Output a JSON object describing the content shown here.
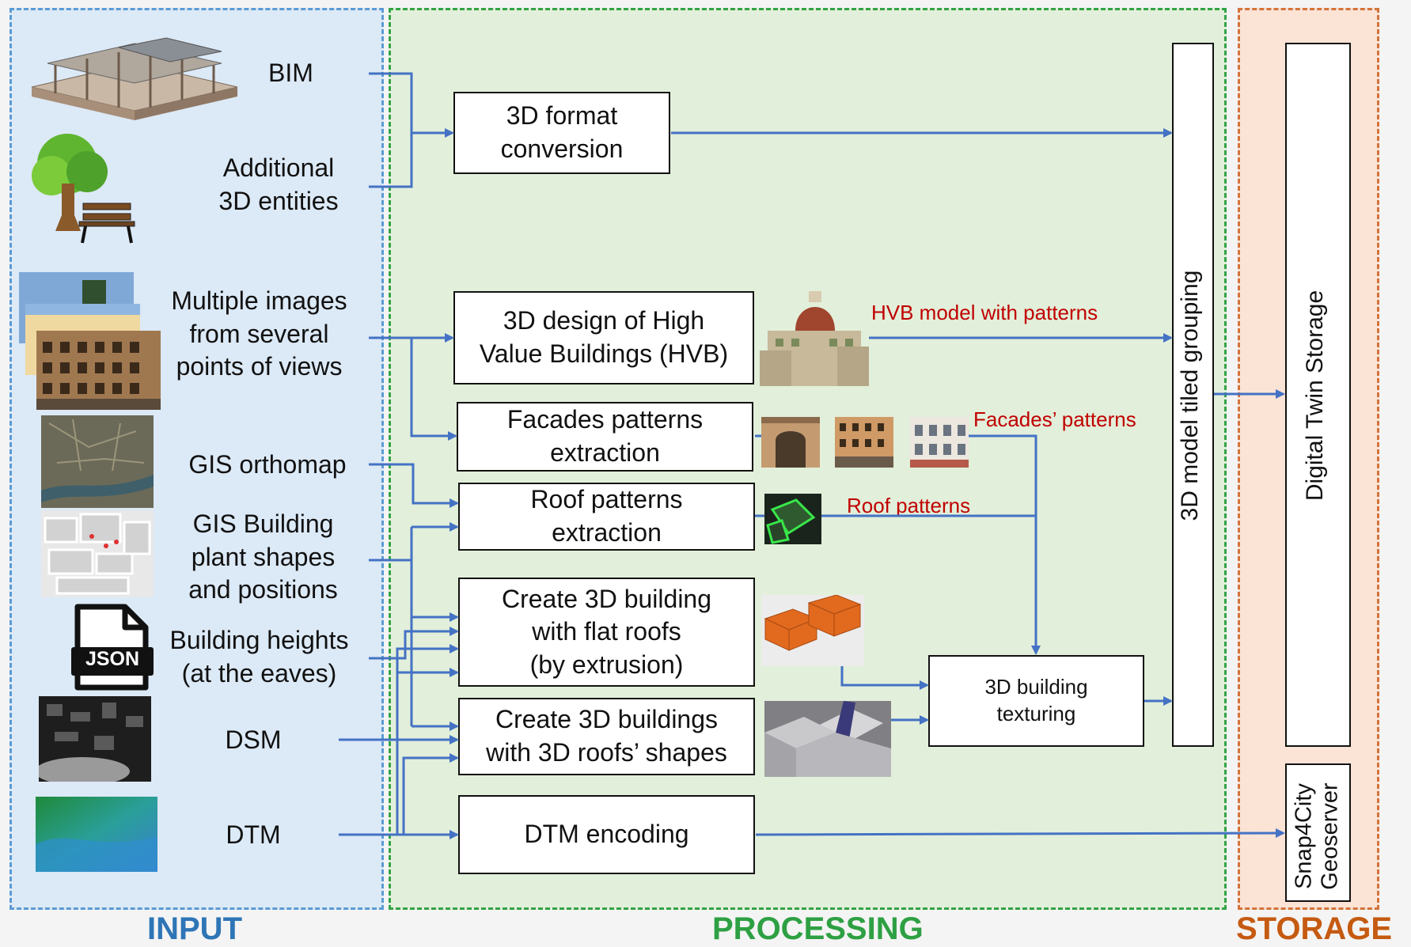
{
  "sections": {
    "input": "INPUT",
    "processing": "PROCESSING",
    "storage": "STORAGE"
  },
  "colors": {
    "input": "#2e75b6",
    "processing": "#2ea043",
    "storage": "#c55a11",
    "arrow": "#4472c4",
    "pattern_label": "#c00000"
  },
  "inputs": {
    "bim": "BIM",
    "additional": "Additional\n3D entities",
    "images": "Multiple images\nfrom several\npoints of views",
    "orthomap": "GIS orthomap",
    "building_shapes": "GIS Building\nplant shapes\nand positions",
    "heights": "Building heights\n(at the eaves)",
    "dsm": "DSM",
    "dtm": "DTM",
    "json_badge": "JSON"
  },
  "processes": {
    "format_conversion": "3D format\nconversion",
    "hvb_design": "3D design of High\nValue Buildings (HVB)",
    "facades": "Facades patterns\nextraction",
    "roof": "Roof patterns\nextraction",
    "flat_roofs": "Create 3D building\nwith flat roofs\n(by extrusion)",
    "roof_shapes": "Create 3D buildings\nwith 3D roofs’ shapes",
    "texturing": "3D building\ntexturing",
    "dtm_encoding": "DTM encoding",
    "tiled_grouping": "3D model tiled grouping"
  },
  "pattern_labels": {
    "hvb": "HVB model with patterns",
    "facades": "Facades’ patterns",
    "roof": "Roof patterns"
  },
  "storage": {
    "digital_twin": "Digital Twin Storage",
    "geoserver": "Snap4City\nGeoserver"
  }
}
